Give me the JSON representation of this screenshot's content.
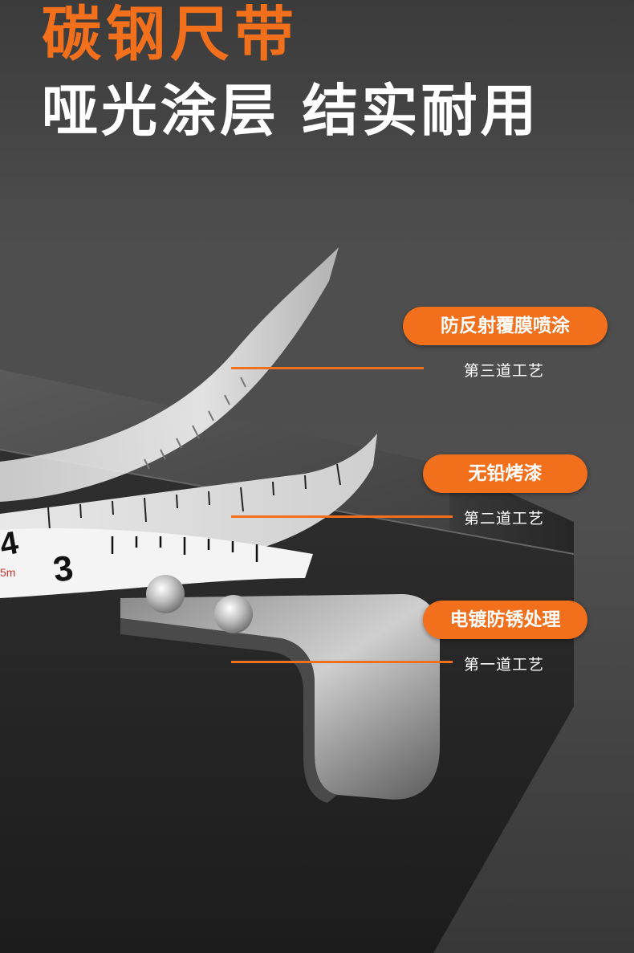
{
  "headline": {
    "title": "碳钢尺带",
    "subtitle": "哑光涂层 结实耐用"
  },
  "layers": [
    {
      "label": "防反射覆膜喷涂",
      "step": "第三道工艺"
    },
    {
      "label": "无铅烤漆",
      "step": "第二道工艺"
    },
    {
      "label": "电镀防锈处理",
      "step": "第一道工艺"
    }
  ],
  "tape_marks": {
    "numbers": [
      "3",
      "4",
      "5m"
    ]
  },
  "colors": {
    "accent": "#f26f1c",
    "text_light": "#ffffff",
    "background": "#4a4a4a"
  }
}
